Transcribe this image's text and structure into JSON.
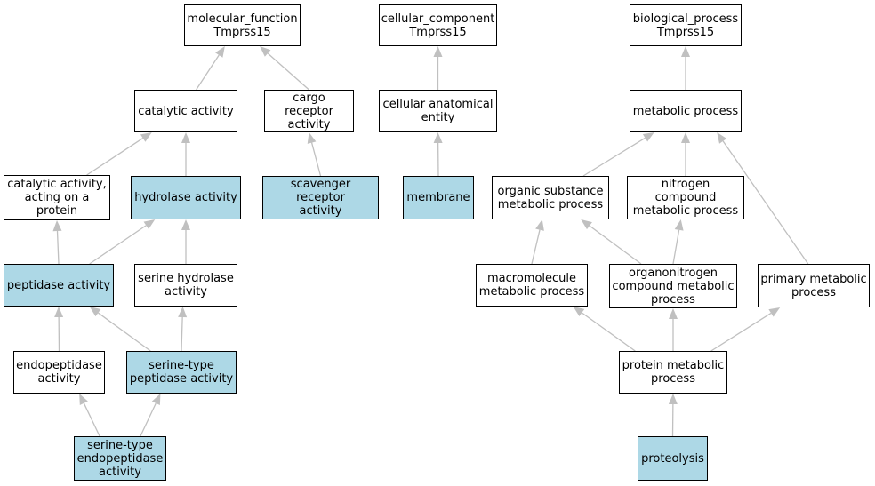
{
  "colors": {
    "highlight": "#add8e6",
    "plain": "#ffffff",
    "edge": "#c0c0c0"
  },
  "nodes": [
    {
      "id": "mf",
      "lines": [
        "molecular_function",
        "Tmprss15"
      ],
      "highlight": false
    },
    {
      "id": "cc",
      "lines": [
        "cellular_component",
        "Tmprss15"
      ],
      "highlight": false
    },
    {
      "id": "bp",
      "lines": [
        "biological_process",
        "Tmprss15"
      ],
      "highlight": false
    },
    {
      "id": "cat",
      "lines": [
        "catalytic activity"
      ],
      "highlight": false
    },
    {
      "id": "cargo",
      "lines": [
        "cargo receptor",
        "activity"
      ],
      "highlight": false
    },
    {
      "id": "cae",
      "lines": [
        "cellular anatomical",
        "entity"
      ],
      "highlight": false
    },
    {
      "id": "meta",
      "lines": [
        "metabolic process"
      ],
      "highlight": false
    },
    {
      "id": "catp",
      "lines": [
        "catalytic activity,",
        "acting on a",
        "protein"
      ],
      "highlight": false
    },
    {
      "id": "hyd",
      "lines": [
        "hydrolase activity"
      ],
      "highlight": true
    },
    {
      "id": "scav",
      "lines": [
        "scavenger receptor",
        "activity"
      ],
      "highlight": true
    },
    {
      "id": "mem",
      "lines": [
        "membrane"
      ],
      "highlight": true
    },
    {
      "id": "osm",
      "lines": [
        "organic substance",
        "metabolic process"
      ],
      "highlight": false
    },
    {
      "id": "ncm",
      "lines": [
        "nitrogen compound",
        "metabolic process"
      ],
      "highlight": false
    },
    {
      "id": "pep",
      "lines": [
        "peptidase activity"
      ],
      "highlight": true
    },
    {
      "id": "serh",
      "lines": [
        "serine hydrolase",
        "activity"
      ],
      "highlight": false
    },
    {
      "id": "mmp",
      "lines": [
        "macromolecule",
        "metabolic process"
      ],
      "highlight": false
    },
    {
      "id": "onc",
      "lines": [
        "organonitrogen",
        "compound metabolic",
        "process"
      ],
      "highlight": false
    },
    {
      "id": "pmp",
      "lines": [
        "primary metabolic",
        "process"
      ],
      "highlight": false
    },
    {
      "id": "endo",
      "lines": [
        "endopeptidase",
        "activity"
      ],
      "highlight": false
    },
    {
      "id": "stp",
      "lines": [
        "serine-type",
        "peptidase activity"
      ],
      "highlight": true
    },
    {
      "id": "prot",
      "lines": [
        "protein metabolic",
        "process"
      ],
      "highlight": false
    },
    {
      "id": "ste",
      "lines": [
        "serine-type",
        "endopeptidase",
        "activity"
      ],
      "highlight": true
    },
    {
      "id": "pro",
      "lines": [
        "proteolysis"
      ],
      "highlight": true
    }
  ],
  "edges": [
    {
      "from": "cat",
      "to": "mf"
    },
    {
      "from": "cargo",
      "to": "mf"
    },
    {
      "from": "cae",
      "to": "cc"
    },
    {
      "from": "meta",
      "to": "bp"
    },
    {
      "from": "catp",
      "to": "cat"
    },
    {
      "from": "hyd",
      "to": "cat"
    },
    {
      "from": "scav",
      "to": "cargo"
    },
    {
      "from": "mem",
      "to": "cae"
    },
    {
      "from": "osm",
      "to": "meta"
    },
    {
      "from": "ncm",
      "to": "meta"
    },
    {
      "from": "pmp",
      "to": "meta"
    },
    {
      "from": "pep",
      "to": "catp"
    },
    {
      "from": "pep",
      "to": "hyd"
    },
    {
      "from": "serh",
      "to": "hyd"
    },
    {
      "from": "mmp",
      "to": "osm"
    },
    {
      "from": "onc",
      "to": "osm"
    },
    {
      "from": "onc",
      "to": "ncm"
    },
    {
      "from": "endo",
      "to": "pep"
    },
    {
      "from": "stp",
      "to": "pep"
    },
    {
      "from": "stp",
      "to": "serh"
    },
    {
      "from": "prot",
      "to": "mmp"
    },
    {
      "from": "prot",
      "to": "onc"
    },
    {
      "from": "prot",
      "to": "pmp"
    },
    {
      "from": "ste",
      "to": "endo"
    },
    {
      "from": "ste",
      "to": "stp"
    },
    {
      "from": "pro",
      "to": "prot"
    }
  ]
}
